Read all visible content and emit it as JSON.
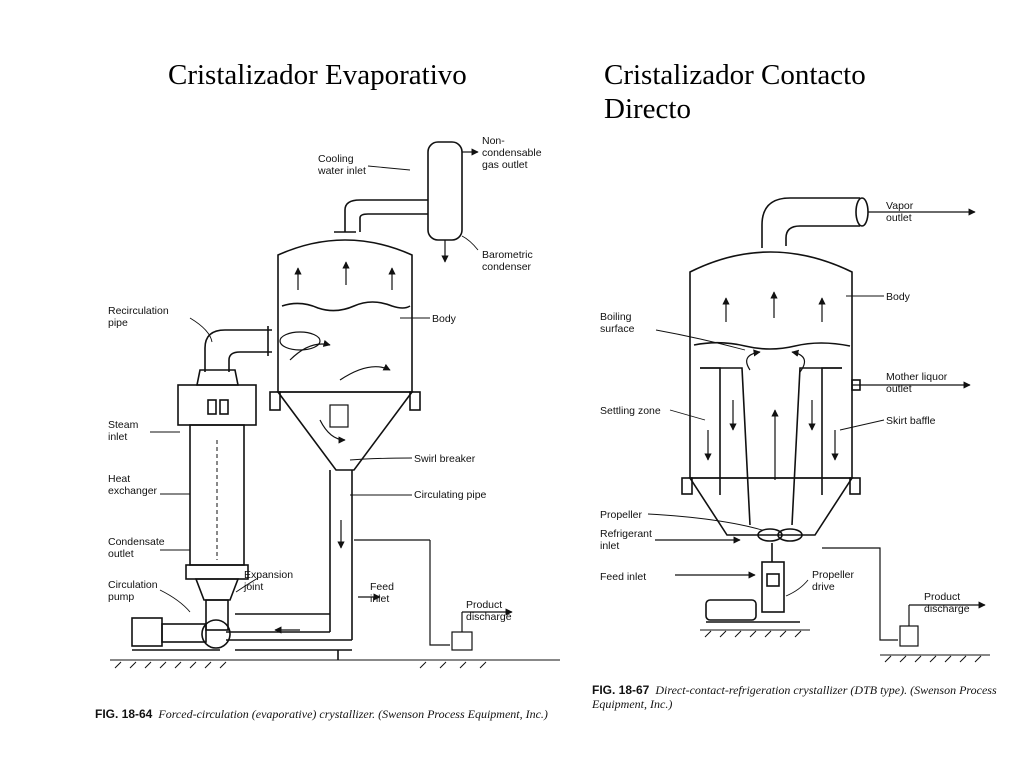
{
  "titles": {
    "left": "Cristalizador Evaporativo",
    "right": "Cristalizador Contacto Directo"
  },
  "fig_left": {
    "labels": {
      "cooling": "Cooling\nwater inlet",
      "noncond": "Non-\ncondensable\ngas outlet",
      "barometric": "Barometric\ncondenser",
      "recirc": "Recirculation\npipe",
      "body": "Body",
      "steam": "Steam\ninlet",
      "heatex": "Heat\nexchanger",
      "swirl": "Swirl breaker",
      "circpipe": "Circulating pipe",
      "condensate": "Condensate\noutlet",
      "expansion": "Expansion\njoint",
      "feed": "Feed\ninlet",
      "circpump": "Circulation\npump",
      "product": "Product\ndischarge"
    },
    "caption_fig": "FIG. 18-64",
    "caption_text": "Forced-circulation (evaporative) crystallizer. (Swenson Process Equipment, Inc.)"
  },
  "fig_right": {
    "labels": {
      "vapor": "Vapor\noutlet",
      "body": "Body",
      "boiling": "Boiling\nsurface",
      "mother": "Mother liquor\noutlet",
      "settling": "Settling zone",
      "skirt": "Skirt baffle",
      "propeller": "Propeller",
      "refrigerant": "Refrigerant\ninlet",
      "feed": "Feed inlet",
      "drive": "Propeller\ndrive",
      "product": "Product\ndischarge"
    },
    "caption_fig": "FIG. 18-67",
    "caption_text": "Direct-contact-refrigeration crystallizer (DTB type). (Swenson Process Equipment, Inc.)"
  }
}
